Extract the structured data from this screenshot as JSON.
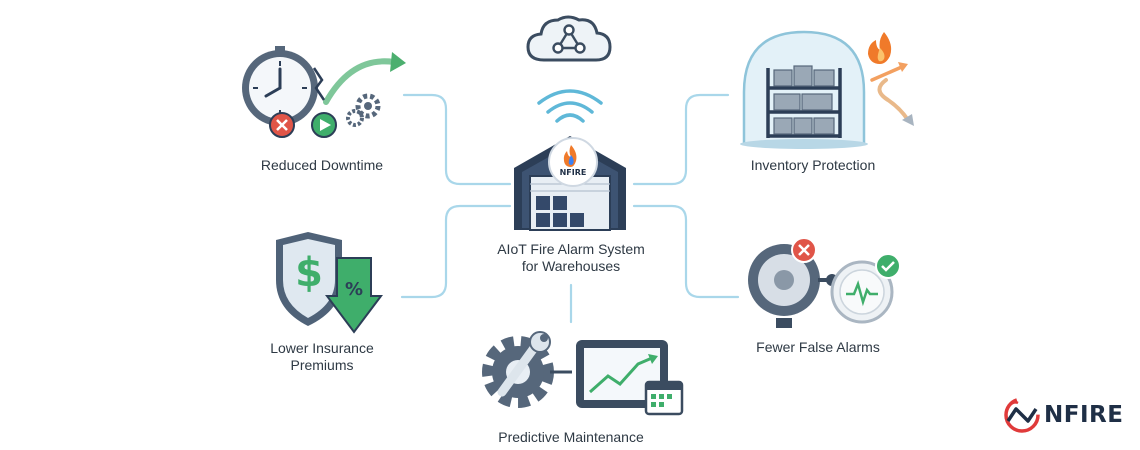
{
  "center": {
    "line1": "AIoT Fire Alarm System",
    "line2": "for Warehouses",
    "badge": "NFIRE"
  },
  "benefits": {
    "downtime": "Reduced Downtime",
    "inventory": "Inventory Protection",
    "insurance": "Lower Insurance Premiums",
    "false_alarms": "Fewer False Alarms",
    "maintenance": "Predictive Maintenance"
  },
  "icon_glyphs": {
    "dollar": "$",
    "percent": "%"
  },
  "brand": {
    "name": "NFIRE"
  },
  "colors": {
    "connector": "#a9d7ea",
    "navy": "#2c3e57",
    "steel": "#56677b",
    "green": "#3fae6b",
    "red": "#e05548",
    "flame": "#f07a2a"
  }
}
